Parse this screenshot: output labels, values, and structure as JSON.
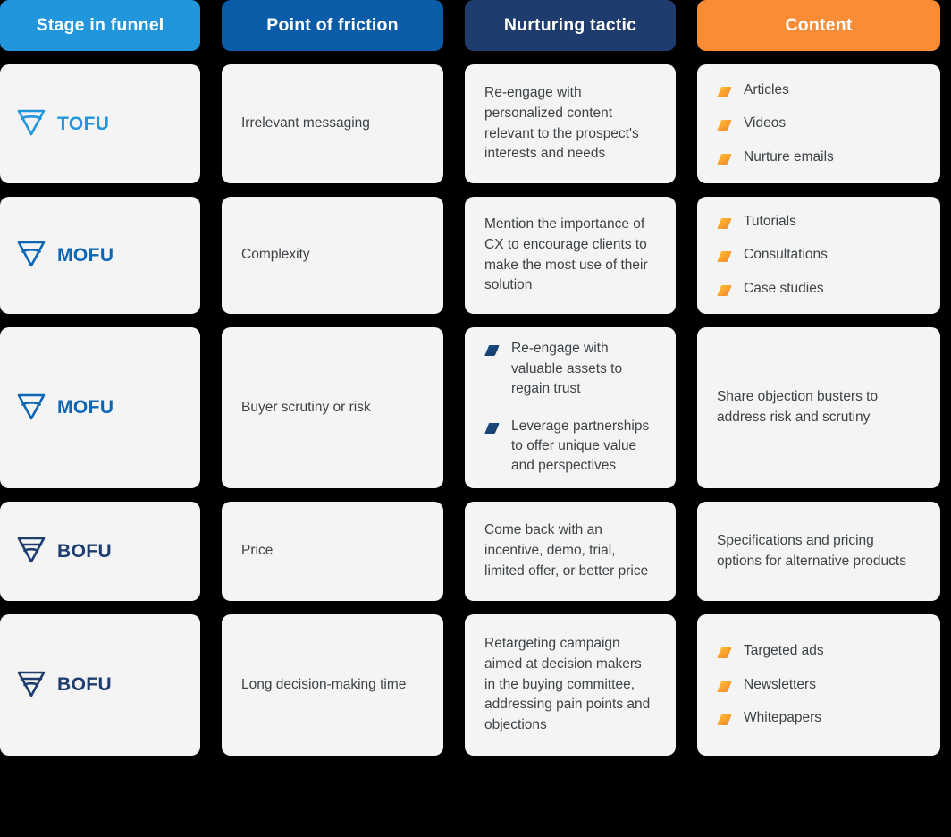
{
  "theme": {
    "page_background": "#000000",
    "card_background": "#f4f4f4",
    "text_color": "#3d4347",
    "header_stage_color": "#2196dd",
    "header_friction_color": "#0a5ba8",
    "header_tactic_color": "#1e3c6e",
    "header_content_color": "#fb8c36",
    "bullet_orange_color": "#fb8c36",
    "bullet_blue_color": "#1e4a7d",
    "tofu_color": "#2196dd",
    "mofu_color": "#0b66b5",
    "bofu_color": "#1e3c6e"
  },
  "headers": [
    {
      "label": "Stage in funnel",
      "name": "stage-in-funnel"
    },
    {
      "label": "Point of friction",
      "name": "point-of-friction"
    },
    {
      "label": "Nurturing tactic",
      "name": "nurturing-tactic"
    },
    {
      "label": "Content",
      "name": "content"
    }
  ],
  "rows": [
    {
      "stage": {
        "label": "TOFU",
        "icon": "funnel-icon-tofu",
        "fill": "tofu"
      },
      "friction": "Irrelevant messaging",
      "tactic": {
        "type": "text",
        "text": "Re-engage with personalized content relevant to the prospect's interests and needs"
      },
      "content": {
        "type": "bullets",
        "items": [
          "Articles",
          "Videos",
          "Nurture emails"
        ]
      }
    },
    {
      "stage": {
        "label": "MOFU",
        "icon": "funnel-icon-mofu",
        "fill": "mofu"
      },
      "friction": "Complexity",
      "tactic": {
        "type": "text",
        "text": "Mention the importance of CX to encourage clients to make the most use of their solution"
      },
      "content": {
        "type": "bullets",
        "items": [
          "Tutorials",
          "Consultations",
          "Case studies"
        ]
      }
    },
    {
      "stage": {
        "label": "MOFU",
        "icon": "funnel-icon-mofu",
        "fill": "mofu"
      },
      "friction": "Buyer scrutiny or risk",
      "tactic": {
        "type": "bullets",
        "items": [
          "Re-engage with valuable assets to regain trust",
          "Leverage  partnerships to offer unique value and perspectives"
        ]
      },
      "content": {
        "type": "text",
        "text": "Share objection busters to address risk and scrutiny"
      }
    },
    {
      "stage": {
        "label": "BOFU",
        "icon": "funnel-icon-bofu",
        "fill": "bofu"
      },
      "friction": "Price",
      "tactic": {
        "type": "text",
        "text": "Come back with an incentive, demo, trial, limited offer, or better price"
      },
      "content": {
        "type": "text",
        "text": "Specifications and pricing options for alternative products"
      }
    },
    {
      "stage": {
        "label": "BOFU",
        "icon": "funnel-icon-bofu",
        "fill": "bofu"
      },
      "friction": "Long decision-making time",
      "tactic": {
        "type": "text",
        "text": "Retargeting campaign aimed at decision makers in the buying committee, addressing pain points and objections"
      },
      "content": {
        "type": "bullets",
        "items": [
          "Targeted ads",
          "Newsletters",
          "Whitepapers"
        ]
      }
    }
  ]
}
